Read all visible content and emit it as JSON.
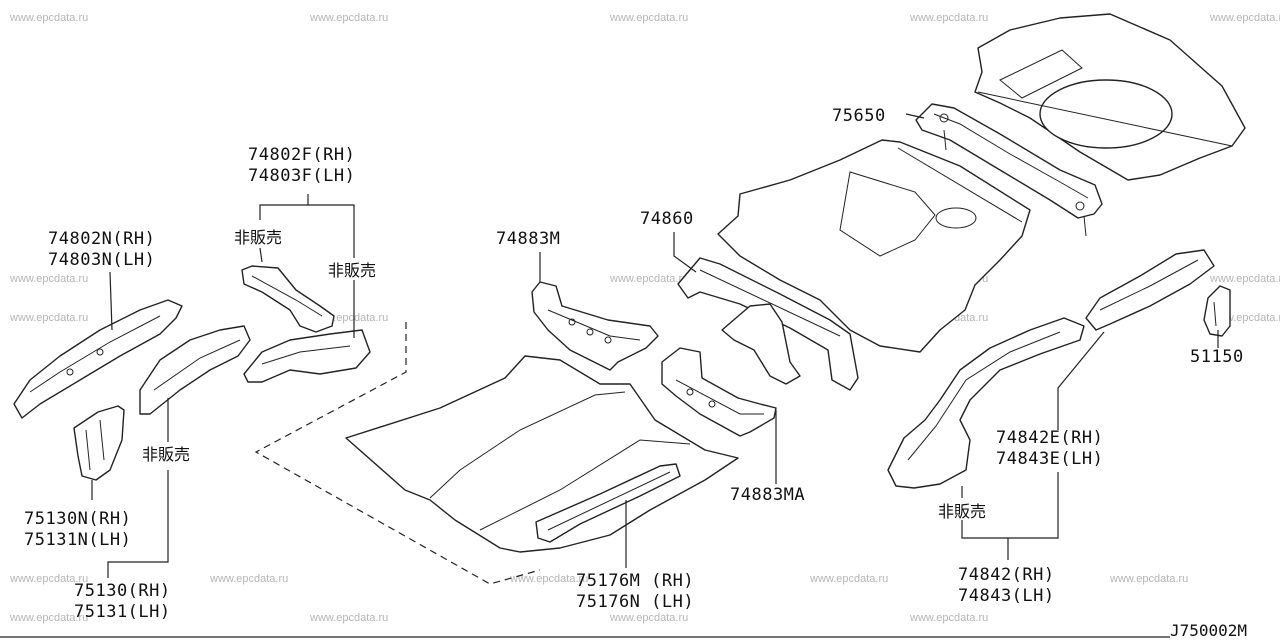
{
  "watermark": "www.epcdata.ru",
  "diagram_code": "J750002M",
  "labels": {
    "p74802F": "74802F(RH)",
    "p74803F": "74803F(LH)",
    "p74802N": "74802N(RH)",
    "p74803N": "74803N(LH)",
    "p74883M": "74883M",
    "p74860": "74860",
    "p75650": "75650",
    "p51150": "51150",
    "p74883MA": "74883MA",
    "p75130N": "75130N(RH)",
    "p75131N": "75131N(LH)",
    "p75130": "75130(RH)",
    "p75131": "75131(LH)",
    "p75176M": "75176M (RH)",
    "p75176N": "75176N (LH)",
    "p74842E": "74842E(RH)",
    "p74843E": "74843E(LH)",
    "p74842": "74842(RH)",
    "p74843": "74843(LH)"
  },
  "not_for_sale": "非販売"
}
